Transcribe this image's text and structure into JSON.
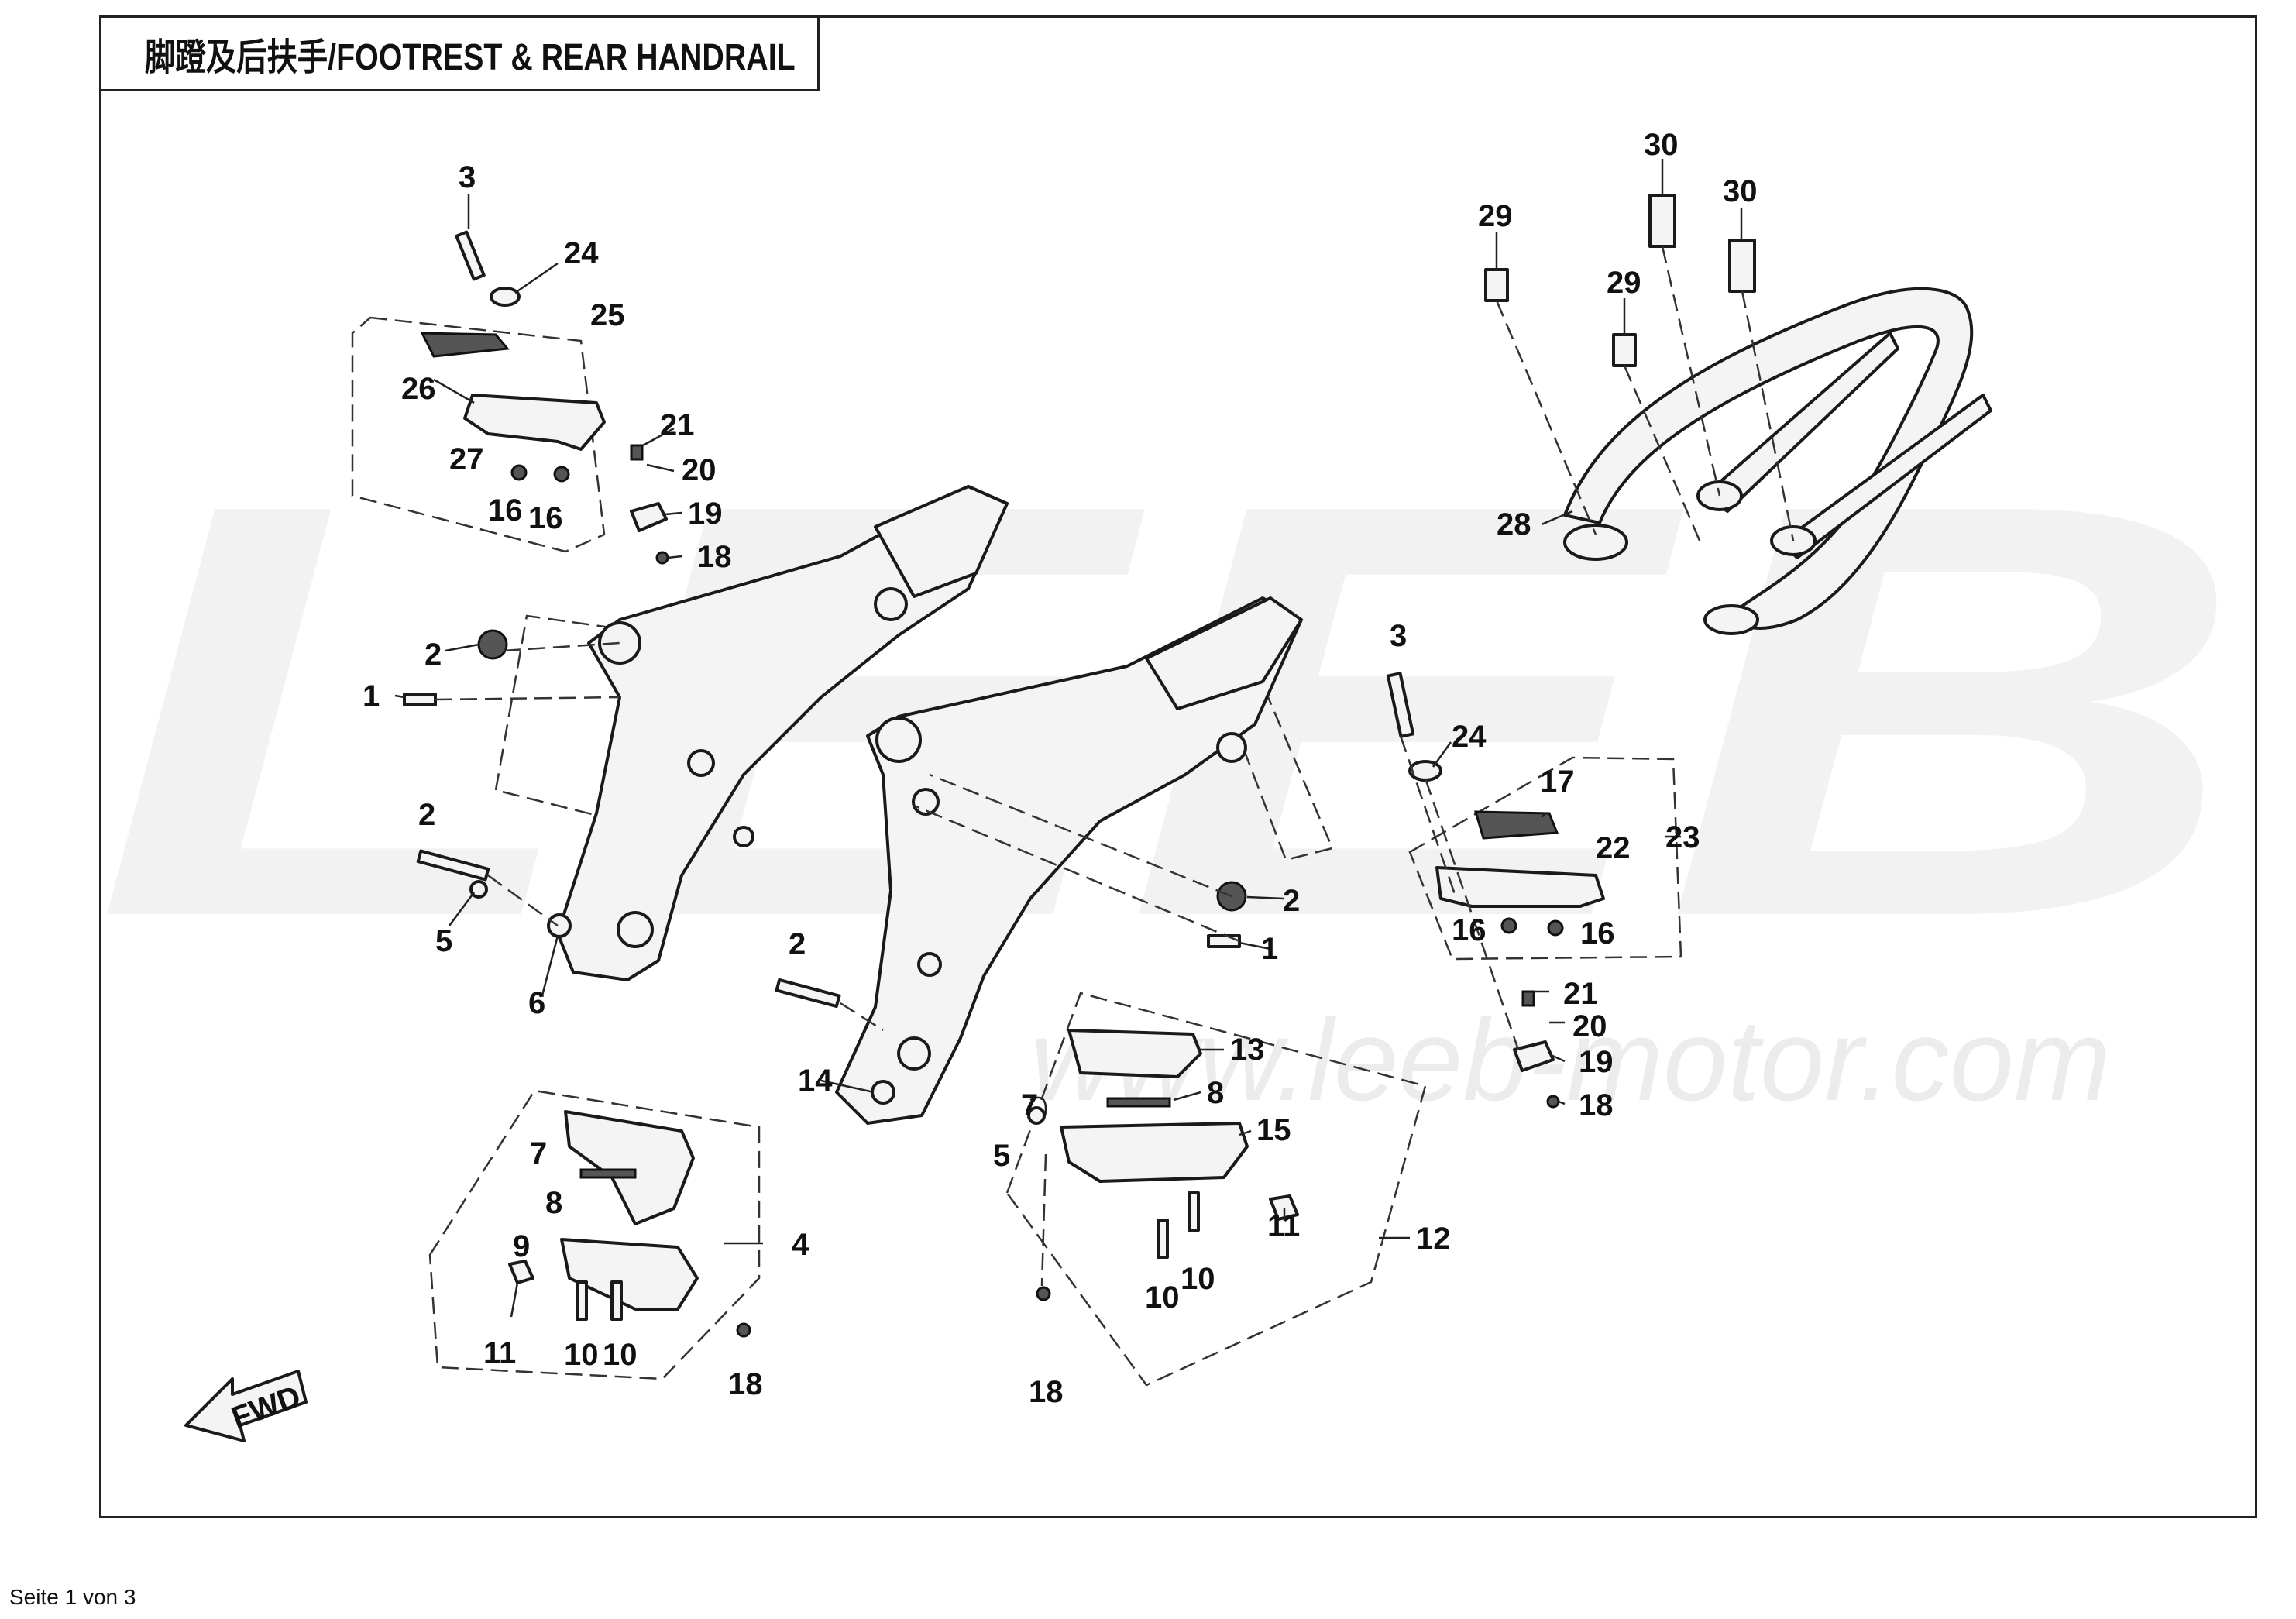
{
  "title": "脚蹬及后扶手/FOOTREST & REAR HANDRAIL",
  "footer": "Seite 1 von 3",
  "watermark": {
    "logo": "LEEB",
    "url": "www.leeb-motor.com"
  },
  "fwd_label": "FWD",
  "callouts": [
    {
      "id": "c3a",
      "label": "3"
    },
    {
      "id": "c24a",
      "label": "24"
    },
    {
      "id": "c25",
      "label": "25"
    },
    {
      "id": "c26",
      "label": "26"
    },
    {
      "id": "c27",
      "label": "27"
    },
    {
      "id": "c21a",
      "label": "21"
    },
    {
      "id": "c20a",
      "label": "20"
    },
    {
      "id": "c16a",
      "label": "16"
    },
    {
      "id": "c16b",
      "label": "16"
    },
    {
      "id": "c19a",
      "label": "19"
    },
    {
      "id": "c18a",
      "label": "18"
    },
    {
      "id": "c2a",
      "label": "2"
    },
    {
      "id": "c1a",
      "label": "1"
    },
    {
      "id": "c2b",
      "label": "2"
    },
    {
      "id": "c5a",
      "label": "5"
    },
    {
      "id": "c6",
      "label": "6"
    },
    {
      "id": "c7a",
      "label": "7"
    },
    {
      "id": "c8a",
      "label": "8"
    },
    {
      "id": "c9",
      "label": "9"
    },
    {
      "id": "c4",
      "label": "4"
    },
    {
      "id": "c11a",
      "label": "11"
    },
    {
      "id": "c10a",
      "label": "10"
    },
    {
      "id": "c10b",
      "label": "10"
    },
    {
      "id": "c18b",
      "label": "18"
    },
    {
      "id": "c2c",
      "label": "2"
    },
    {
      "id": "c14",
      "label": "14"
    },
    {
      "id": "c7b",
      "label": "7"
    },
    {
      "id": "c5b",
      "label": "5"
    },
    {
      "id": "c13",
      "label": "13"
    },
    {
      "id": "c8b",
      "label": "8"
    },
    {
      "id": "c15",
      "label": "15"
    },
    {
      "id": "c11b",
      "label": "11"
    },
    {
      "id": "c10c",
      "label": "10"
    },
    {
      "id": "c10d",
      "label": "10"
    },
    {
      "id": "c12",
      "label": "12"
    },
    {
      "id": "c18c",
      "label": "18"
    },
    {
      "id": "c2d",
      "label": "2"
    },
    {
      "id": "c1b",
      "label": "1"
    },
    {
      "id": "c3b",
      "label": "3"
    },
    {
      "id": "c24b",
      "label": "24"
    },
    {
      "id": "c17",
      "label": "17"
    },
    {
      "id": "c22",
      "label": "22"
    },
    {
      "id": "c23",
      "label": "23"
    },
    {
      "id": "c16c",
      "label": "16"
    },
    {
      "id": "c16d",
      "label": "16"
    },
    {
      "id": "c21b",
      "label": "21"
    },
    {
      "id": "c20b",
      "label": "20"
    },
    {
      "id": "c19b",
      "label": "19"
    },
    {
      "id": "c18d",
      "label": "18"
    },
    {
      "id": "c29a",
      "label": "29"
    },
    {
      "id": "c30a",
      "label": "30"
    },
    {
      "id": "c30b",
      "label": "30"
    },
    {
      "id": "c29b",
      "label": "29"
    },
    {
      "id": "c28",
      "label": "28"
    }
  ]
}
